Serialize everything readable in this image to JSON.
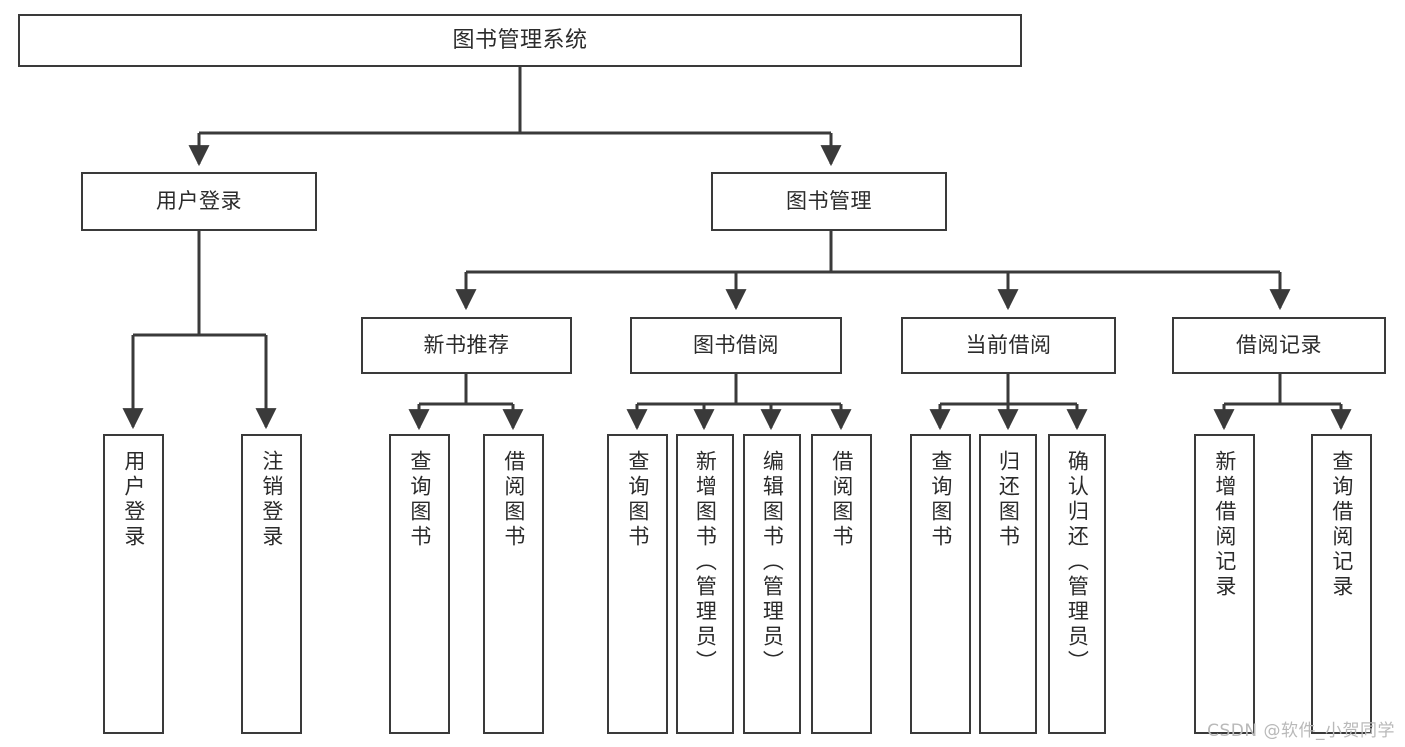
{
  "diagram": {
    "title": "图书管理系统",
    "type": "tree",
    "watermark": "CSDN @软件_小贺同学",
    "colors": {
      "box_border": "#3a3a3a",
      "box_fill": "#ffffff",
      "edge": "#3a3a3a",
      "text": "#2b2b2b",
      "watermark": "#b9b9b9"
    },
    "levels": {
      "root": {
        "label": "图书管理系统"
      },
      "level2": [
        {
          "label": "用户登录"
        },
        {
          "label": "图书管理"
        }
      ],
      "level3": [
        {
          "label": "新书推荐"
        },
        {
          "label": "图书借阅"
        },
        {
          "label": "当前借阅"
        },
        {
          "label": "借阅记录"
        }
      ],
      "leaves": [
        {
          "label": "用户登录",
          "parent": "用户登录"
        },
        {
          "label": "注销登录",
          "parent": "用户登录"
        },
        {
          "label": "查询图书",
          "parent": "新书推荐"
        },
        {
          "label": "借阅图书",
          "parent": "新书推荐"
        },
        {
          "label": "查询图书",
          "parent": "图书借阅"
        },
        {
          "label": "新增图书（管理员）",
          "parent": "图书借阅"
        },
        {
          "label": "编辑图书（管理员）",
          "parent": "图书借阅"
        },
        {
          "label": "借阅图书",
          "parent": "图书借阅"
        },
        {
          "label": "查询图书",
          "parent": "当前借阅"
        },
        {
          "label": "归还图书",
          "parent": "当前借阅"
        },
        {
          "label": "确认归还（管理员）",
          "parent": "当前借阅"
        },
        {
          "label": "新增借阅记录",
          "parent": "借阅记录"
        },
        {
          "label": "查询借阅记录",
          "parent": "借阅记录"
        }
      ]
    }
  }
}
